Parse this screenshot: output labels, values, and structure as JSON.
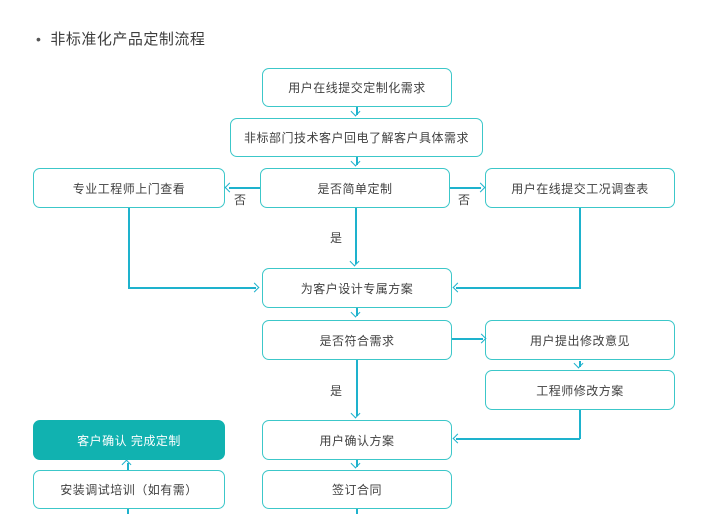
{
  "page": {
    "bullet": "•",
    "title": "非标准化产品定制流程"
  },
  "colors": {
    "box_border": "#3cc7c9",
    "connector_line": "#1eb2cd",
    "filled_box": "#11b2b0",
    "box_text": "#404040",
    "filled_box_text": "#ffffff",
    "title_text": "#3d3d3d",
    "background": "#ffffff"
  },
  "flowchart": {
    "nodes": [
      {
        "id": "submit-request",
        "label": "用户在线提交定制化需求"
      },
      {
        "id": "callback",
        "label": "非标部门技术客户回电了解客户具体需求"
      },
      {
        "id": "engineer-visit",
        "label": "专业工程师上门查看"
      },
      {
        "id": "simple-custom-decision",
        "label": "是否简单定制"
      },
      {
        "id": "submit-survey",
        "label": "用户在线提交工况调查表"
      },
      {
        "id": "design-plan",
        "label": "为客户设计专属方案"
      },
      {
        "id": "meets-needs-decision",
        "label": "是否符合需求"
      },
      {
        "id": "revision-feedback",
        "label": "用户提出修改意见"
      },
      {
        "id": "engineer-revise",
        "label": "工程师修改方案"
      },
      {
        "id": "confirm-plan",
        "label": "用户确认方案"
      },
      {
        "id": "sign-contract",
        "label": "签订合同"
      },
      {
        "id": "custom-complete",
        "label": "客户确认 完成定制"
      },
      {
        "id": "install-training",
        "label": "安装调试培训（如有需）"
      }
    ],
    "edge_labels": {
      "no_left": "否",
      "no_right": "否",
      "yes_design": "是",
      "yes_confirm": "是"
    }
  }
}
